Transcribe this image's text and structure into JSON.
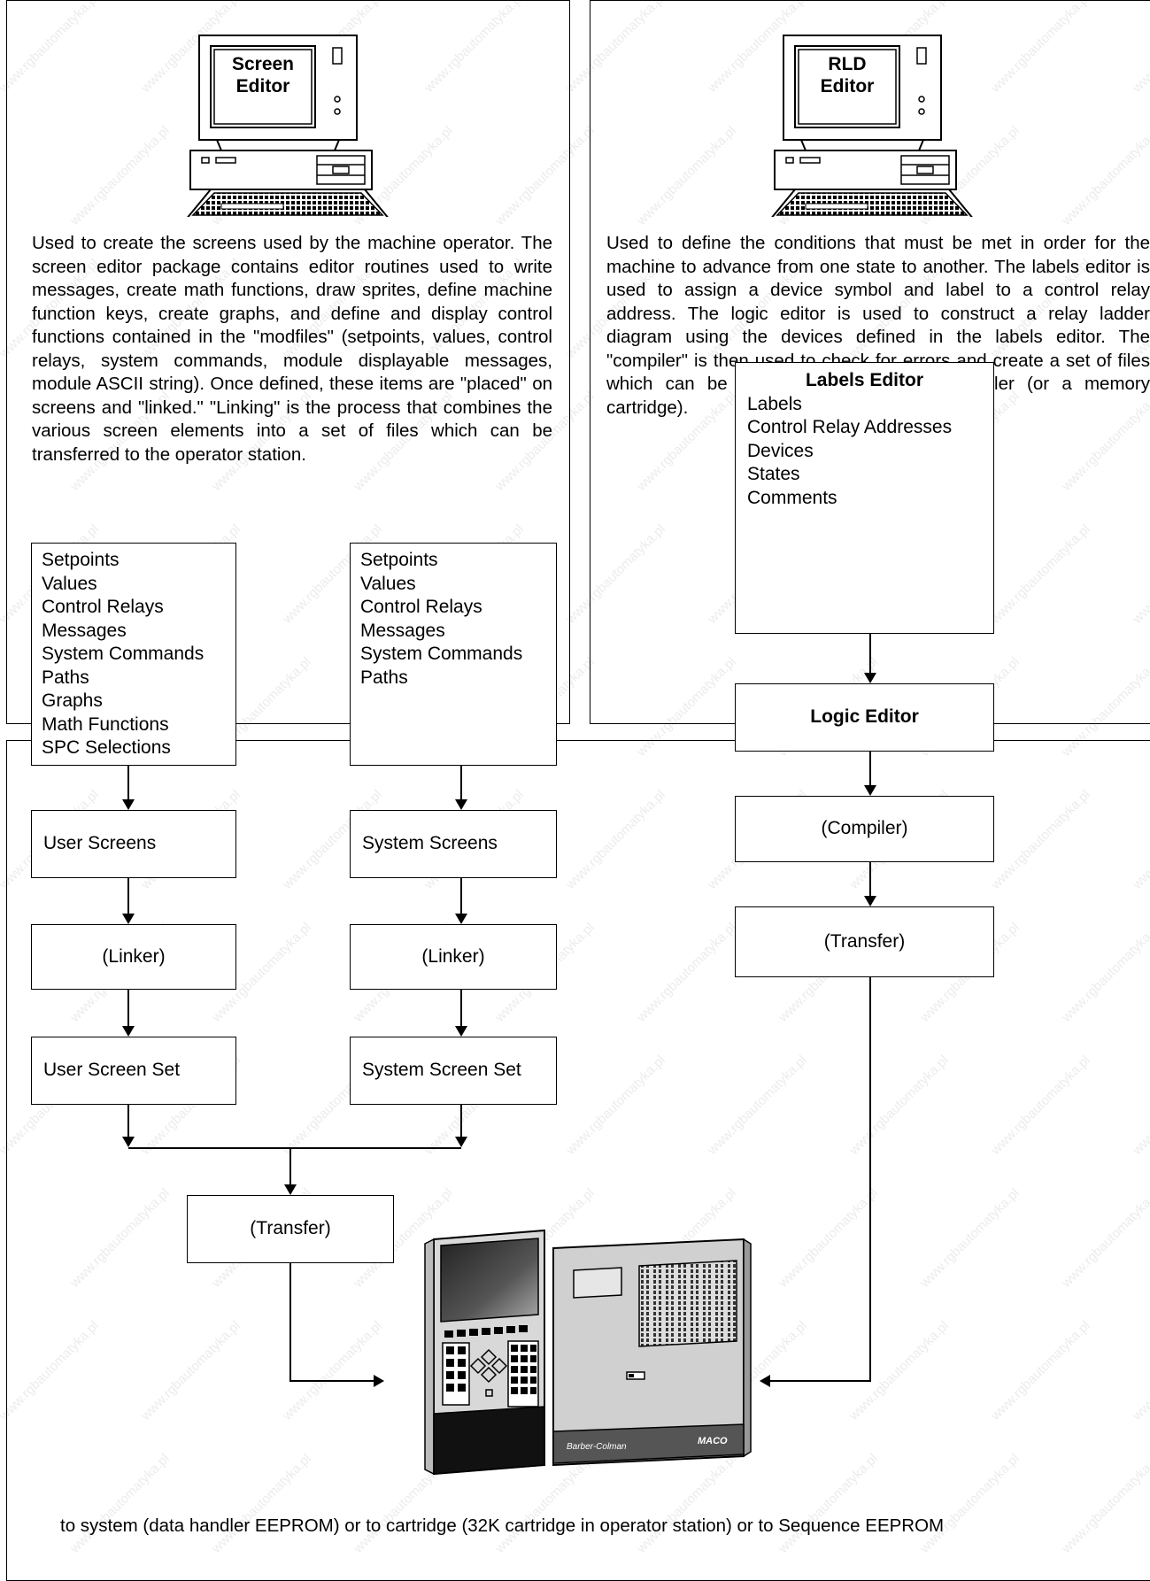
{
  "watermark": "www.rgbautomatyka.pl",
  "screen_editor": {
    "monitor_label_line1": "Screen",
    "monitor_label_line2": "Editor",
    "description": "Used to create the screens used by the machine operator. The screen editor package contains editor routines used to write messages, create math functions, draw sprites, define machine function keys, create graphs, and define and display control functions contained in the \"modfiles\" (setpoints, values, control relays, system commands, module displayable messages, module ASCII string). Once defined, these items are \"placed\" on screens and \"linked.\" \"Linking\" is the process that combines the various screen elements into a set of files which can be transferred to the operator station.",
    "user_items": [
      "Setpoints",
      "Values",
      "Control Relays",
      "Messages",
      "System Commands",
      "Paths",
      "Graphs",
      "Math Functions",
      "SPC Selections"
    ],
    "system_items": [
      "Setpoints",
      "Values",
      "Control Relays",
      "Messages",
      "System Commands",
      "Paths"
    ],
    "user_screens": "User Screens",
    "system_screens": "System Screens",
    "linker_left": "(Linker)",
    "linker_right": "(Linker)",
    "user_screen_set": "User Screen Set",
    "system_screen_set": "System Screen Set",
    "transfer": "(Transfer)"
  },
  "rld_editor": {
    "monitor_label_line1": "RLD",
    "monitor_label_line2": "Editor",
    "description": "Used to define the conditions that must be met in order for the machine to advance from one state to another. The labels editor is used to assign a device symbol and label to a control relay address. The logic editor is used to construct a relay ladder diagram using the devices defined in the labels editor. The \"compiler\" is then used to check for errors and create a set of files which can be transferred to the data handler (or a memory cartridge).",
    "labels_editor_title": "Labels Editor",
    "labels_editor_items": [
      "Labels",
      "Control Relay Addresses",
      "Devices",
      "States",
      "Comments"
    ],
    "logic_editor": "Logic Editor",
    "compiler": "(Compiler)",
    "transfer": "(Transfer)"
  },
  "hardware": {
    "brand_left": "Barber-Colman",
    "brand_right": "MACO"
  },
  "footer": "to system (data handler EEPROM) or to cartridge (32K cartridge in operator station) or to Sequence EEPROM"
}
